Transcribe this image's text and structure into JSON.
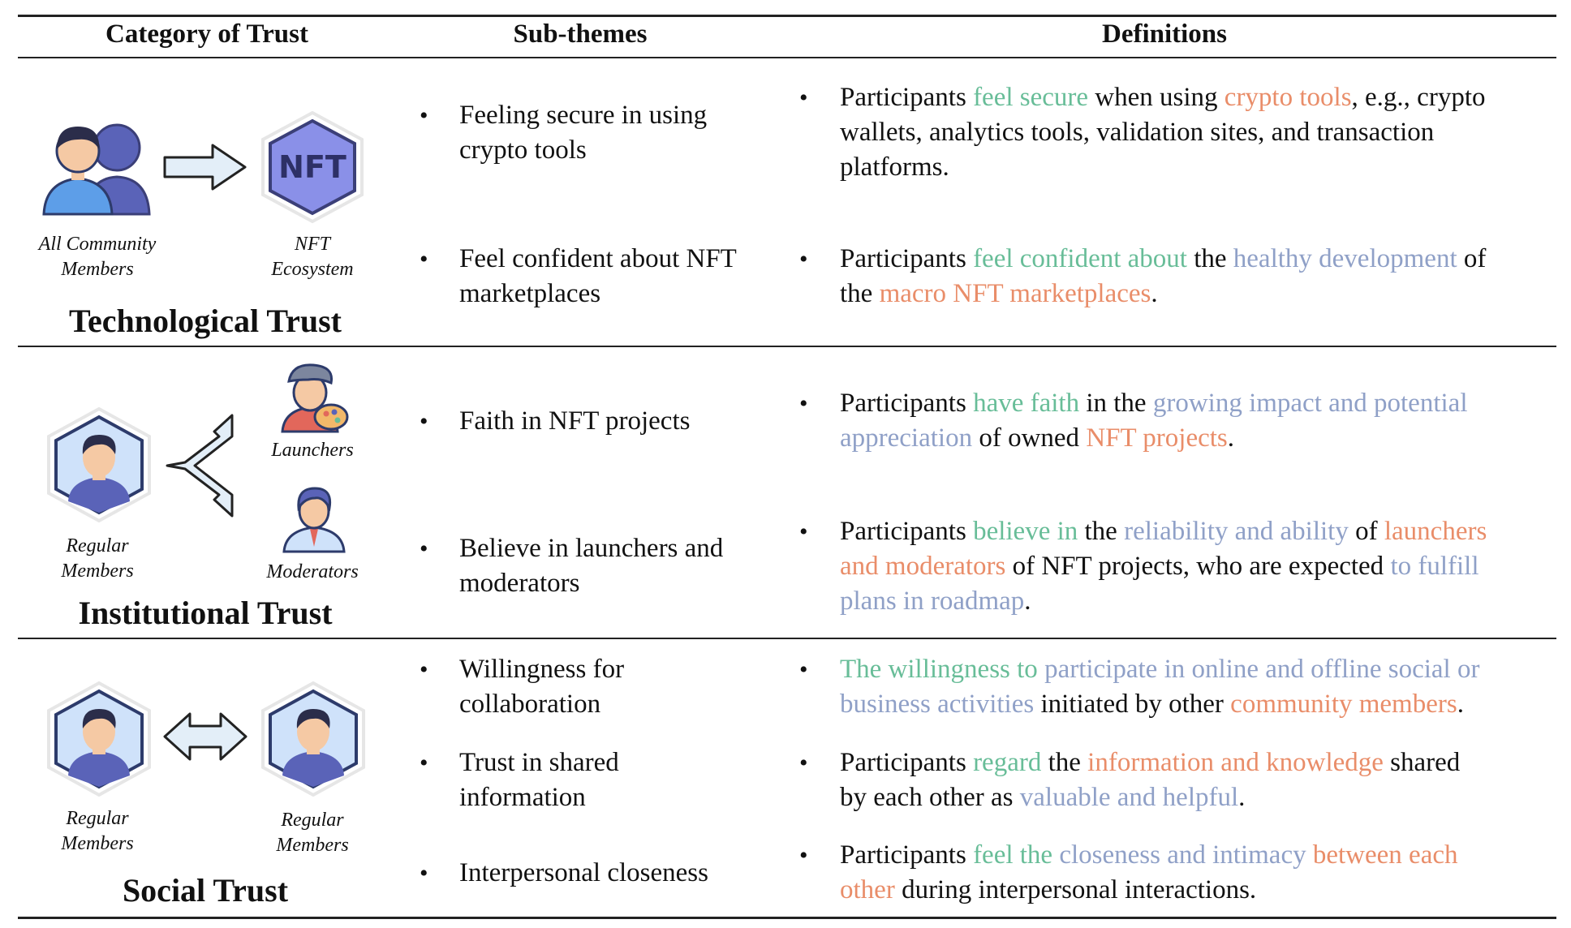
{
  "headers": {
    "category": "Category of Trust",
    "subthemes": "Sub-themes",
    "definitions": "Definitions"
  },
  "bullet": "•",
  "categories": [
    {
      "title": "Technological Trust",
      "icons": [
        {
          "name": "community-members-icon",
          "label_lines": [
            "All Community",
            "Members"
          ]
        },
        {
          "name": "nft-ecosystem-icon",
          "label_lines": [
            "NFT",
            "Ecosystem"
          ],
          "badge": "NFT"
        }
      ],
      "subthemes": [
        {
          "lines": [
            "Feeling secure in using",
            "crypto tools"
          ]
        },
        {
          "lines": [
            "Feel confident about NFT",
            "marketplaces"
          ]
        }
      ],
      "definitions": [
        {
          "lines": [
            [
              [
                "Participants ",
                ""
              ],
              [
                "feel secure",
                "g"
              ],
              [
                " when using ",
                ""
              ],
              [
                "crypto tools",
                "o"
              ],
              [
                ", e.g., crypto",
                ""
              ]
            ],
            [
              [
                "wallets, analytics tools, validation sites, and transaction",
                ""
              ]
            ],
            [
              [
                "platforms.",
                ""
              ]
            ]
          ]
        },
        {
          "lines": [
            [
              [
                "Participants ",
                ""
              ],
              [
                "feel confident about",
                "g"
              ],
              [
                " the ",
                ""
              ],
              [
                "healthy development",
                "b"
              ],
              [
                " of",
                ""
              ]
            ],
            [
              [
                "the ",
                ""
              ],
              [
                "macro NFT marketplaces",
                "o"
              ],
              [
                ".",
                ""
              ]
            ]
          ]
        }
      ]
    },
    {
      "title": "Institutional Trust",
      "icons": [
        {
          "name": "regular-member-icon",
          "label_lines": [
            "Regular",
            "Members"
          ]
        },
        {
          "name": "launcher-icon",
          "label_lines": [
            "Launchers"
          ]
        },
        {
          "name": "moderator-icon",
          "label_lines": [
            "Moderators"
          ]
        }
      ],
      "subthemes": [
        {
          "lines": [
            "Faith in NFT projects"
          ]
        },
        {
          "lines": [
            "Believe in launchers and",
            "moderators"
          ]
        }
      ],
      "definitions": [
        {
          "lines": [
            [
              [
                "Participants ",
                ""
              ],
              [
                "have faith",
                "g"
              ],
              [
                " in the ",
                ""
              ],
              [
                "growing impact and potential",
                "b"
              ]
            ],
            [
              [
                "appreciation",
                "b"
              ],
              [
                " of owned ",
                ""
              ],
              [
                "NFT projects",
                "o"
              ],
              [
                ".",
                ""
              ]
            ]
          ]
        },
        {
          "lines": [
            [
              [
                "Participants ",
                ""
              ],
              [
                "believe in",
                "g"
              ],
              [
                " the ",
                ""
              ],
              [
                "reliability and ability",
                "b"
              ],
              [
                " of ",
                ""
              ],
              [
                "launchers",
                "o"
              ]
            ],
            [
              [
                "and moderators",
                "o"
              ],
              [
                " of NFT projects, who are expected ",
                ""
              ],
              [
                "to fulfill",
                "b"
              ]
            ],
            [
              [
                "plans in roadmap",
                "b"
              ],
              [
                ".",
                ""
              ]
            ]
          ]
        }
      ]
    },
    {
      "title": "Social Trust",
      "icons": [
        {
          "name": "regular-member-left-icon",
          "label_lines": [
            "Regular",
            "Members"
          ]
        },
        {
          "name": "regular-member-right-icon",
          "label_lines": [
            "Regular",
            "Members"
          ]
        }
      ],
      "subthemes": [
        {
          "lines": [
            "Willingness for",
            "collaboration"
          ]
        },
        {
          "lines": [
            "Trust in shared",
            "information"
          ]
        },
        {
          "lines": [
            "Interpersonal closeness"
          ]
        }
      ],
      "definitions": [
        {
          "lines": [
            [
              [
                "The willingness to",
                "g"
              ],
              [
                " ",
                ""
              ],
              [
                "participate in online and offline social or",
                "b"
              ]
            ],
            [
              [
                "business activities",
                "b"
              ],
              [
                " initiated by other ",
                ""
              ],
              [
                "community members",
                "o"
              ],
              [
                ".",
                ""
              ]
            ]
          ]
        },
        {
          "lines": [
            [
              [
                "Participants ",
                ""
              ],
              [
                "regard",
                "g"
              ],
              [
                " the ",
                ""
              ],
              [
                "information and knowledge",
                "o"
              ],
              [
                " shared",
                ""
              ]
            ],
            [
              [
                "by each other as ",
                ""
              ],
              [
                "valuable and helpful",
                "b"
              ],
              [
                ".",
                ""
              ]
            ]
          ]
        },
        {
          "lines": [
            [
              [
                "Participants ",
                ""
              ],
              [
                "feel the",
                "g"
              ],
              [
                " ",
                ""
              ],
              [
                "closeness and intimacy",
                "b"
              ],
              [
                " ",
                ""
              ],
              [
                "between each",
                "o"
              ]
            ],
            [
              [
                "other",
                "o"
              ],
              [
                " during interpersonal interactions.",
                ""
              ]
            ]
          ]
        }
      ]
    }
  ]
}
